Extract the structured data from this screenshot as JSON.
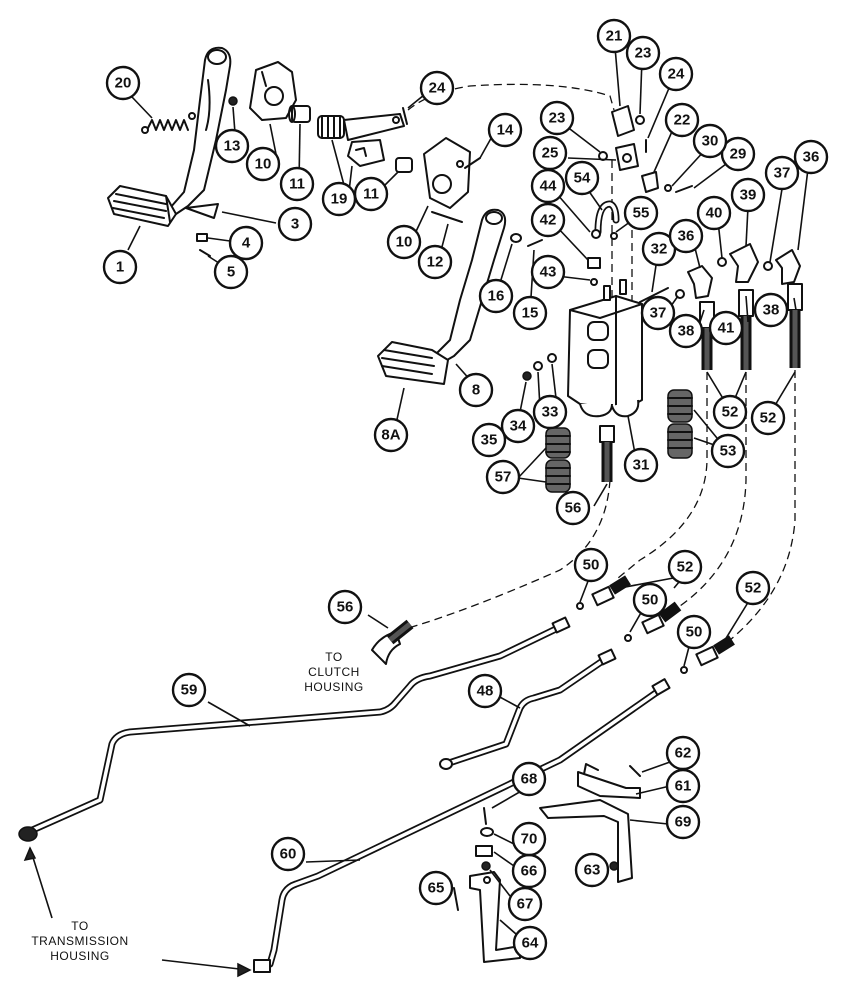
{
  "callouts": [
    {
      "id": "c1",
      "label": "1"
    },
    {
      "id": "c3",
      "label": "3"
    },
    {
      "id": "c4",
      "label": "4"
    },
    {
      "id": "c5",
      "label": "5"
    },
    {
      "id": "c8",
      "label": "8"
    },
    {
      "id": "c8a",
      "label": "8A"
    },
    {
      "id": "c10a",
      "label": "10"
    },
    {
      "id": "c10b",
      "label": "10"
    },
    {
      "id": "c11a",
      "label": "11"
    },
    {
      "id": "c11b",
      "label": "11"
    },
    {
      "id": "c12",
      "label": "12"
    },
    {
      "id": "c13",
      "label": "13"
    },
    {
      "id": "c14",
      "label": "14"
    },
    {
      "id": "c15",
      "label": "15"
    },
    {
      "id": "c16",
      "label": "16"
    },
    {
      "id": "c19",
      "label": "19"
    },
    {
      "id": "c20",
      "label": "20"
    },
    {
      "id": "c21",
      "label": "21"
    },
    {
      "id": "c22",
      "label": "22"
    },
    {
      "id": "c23a",
      "label": "23"
    },
    {
      "id": "c23b",
      "label": "23"
    },
    {
      "id": "c24a",
      "label": "24"
    },
    {
      "id": "c24b",
      "label": "24"
    },
    {
      "id": "c25",
      "label": "25"
    },
    {
      "id": "c29",
      "label": "29"
    },
    {
      "id": "c30",
      "label": "30"
    },
    {
      "id": "c31",
      "label": "31"
    },
    {
      "id": "c32",
      "label": "32"
    },
    {
      "id": "c33",
      "label": "33"
    },
    {
      "id": "c34",
      "label": "34"
    },
    {
      "id": "c35",
      "label": "35"
    },
    {
      "id": "c36a",
      "label": "36"
    },
    {
      "id": "c36b",
      "label": "36"
    },
    {
      "id": "c37a",
      "label": "37"
    },
    {
      "id": "c37b",
      "label": "37"
    },
    {
      "id": "c38a",
      "label": "38"
    },
    {
      "id": "c38b",
      "label": "38"
    },
    {
      "id": "c39",
      "label": "39"
    },
    {
      "id": "c40",
      "label": "40"
    },
    {
      "id": "c41",
      "label": "41"
    },
    {
      "id": "c42",
      "label": "42"
    },
    {
      "id": "c43",
      "label": "43"
    },
    {
      "id": "c44",
      "label": "44"
    },
    {
      "id": "c48",
      "label": "48"
    },
    {
      "id": "c50a",
      "label": "50"
    },
    {
      "id": "c50b",
      "label": "50"
    },
    {
      "id": "c50c",
      "label": "50"
    },
    {
      "id": "c52a",
      "label": "52"
    },
    {
      "id": "c52b",
      "label": "52"
    },
    {
      "id": "c52c",
      "label": "52"
    },
    {
      "id": "c52d",
      "label": "52"
    },
    {
      "id": "c52e",
      "label": "52"
    },
    {
      "id": "c53",
      "label": "53"
    },
    {
      "id": "c54",
      "label": "54"
    },
    {
      "id": "c55",
      "label": "55"
    },
    {
      "id": "c56a",
      "label": "56"
    },
    {
      "id": "c56b",
      "label": "56"
    },
    {
      "id": "c57",
      "label": "57"
    },
    {
      "id": "c59",
      "label": "59"
    },
    {
      "id": "c60",
      "label": "60"
    },
    {
      "id": "c61",
      "label": "61"
    },
    {
      "id": "c62",
      "label": "62"
    },
    {
      "id": "c63",
      "label": "63"
    },
    {
      "id": "c64",
      "label": "64"
    },
    {
      "id": "c65",
      "label": "65"
    },
    {
      "id": "c66",
      "label": "66"
    },
    {
      "id": "c67",
      "label": "67"
    },
    {
      "id": "c68",
      "label": "68"
    },
    {
      "id": "c69",
      "label": "69"
    },
    {
      "id": "c70",
      "label": "70"
    }
  ],
  "notes": {
    "clutch_line1": "TO",
    "clutch_line2": "CLUTCH",
    "clutch_line3": "HOUSING",
    "trans_line1": "TO",
    "trans_line2": "TRANSMISSION",
    "trans_line3": "HOUSING"
  }
}
